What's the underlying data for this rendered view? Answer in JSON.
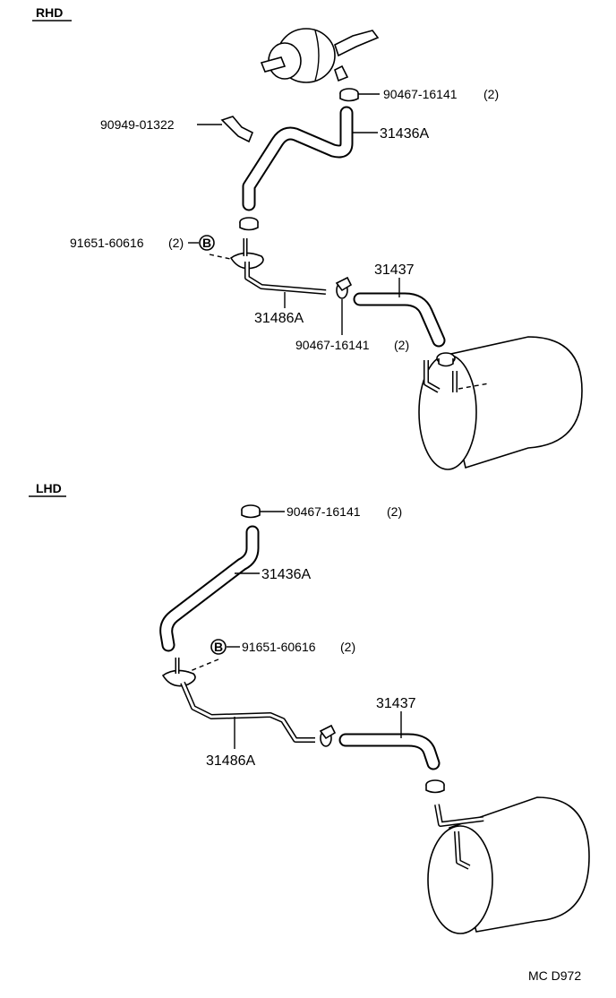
{
  "sections": {
    "rhd": "RHD",
    "lhd": "LHD"
  },
  "rhd": {
    "clamp_top": "90467-16141",
    "clamp_top_qty": "(2)",
    "bracket": "90949-01322",
    "hose_upper": "31436A",
    "bolt": "91651-60616",
    "bolt_qty": "(2)",
    "bolt_mark": "B",
    "hose_lower": "31437",
    "pipe": "31486A",
    "clamp_mid": "90467-16141",
    "clamp_mid_qty": "(2)"
  },
  "lhd": {
    "clamp_top": "90467-16141",
    "clamp_top_qty": "(2)",
    "hose_upper": "31436A",
    "bolt": "91651-60616",
    "bolt_qty": "(2)",
    "bolt_mark": "B",
    "hose_lower": "31437",
    "pipe": "31486A"
  },
  "footer": {
    "code": "MC D972"
  }
}
